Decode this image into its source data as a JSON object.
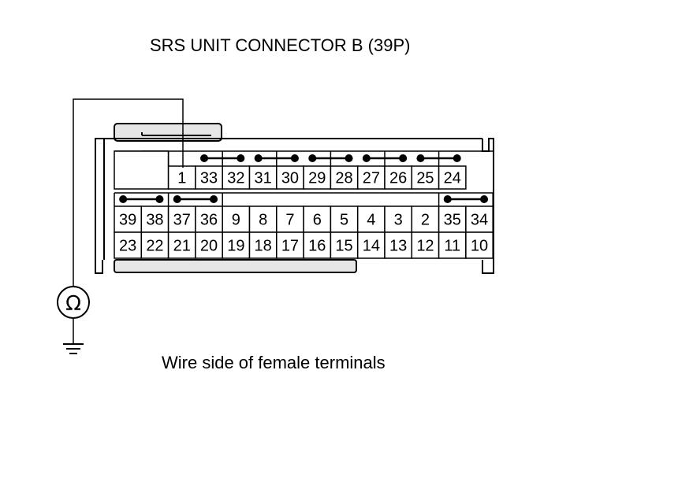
{
  "title": "SRS UNIT CONNECTOR B (39P)",
  "caption": "Wire side of female terminals",
  "meter": {
    "symbol": "Ω",
    "icon": "ohmmeter-icon",
    "ground_icon": "ground-icon"
  },
  "connector": {
    "top_row": [
      "",
      "1",
      "33",
      "32",
      "31",
      "30",
      "29",
      "28",
      "27",
      "26",
      "25",
      "24"
    ],
    "middle_row": [
      "39",
      "38",
      "37",
      "36",
      "9",
      "8",
      "7",
      "6",
      "5",
      "4",
      "3",
      "2",
      "35",
      "34"
    ],
    "bottom_row": [
      "23",
      "22",
      "21",
      "20",
      "19",
      "18",
      "17",
      "16",
      "15",
      "14",
      "13",
      "12",
      "11",
      "10"
    ],
    "shorting_bars": [
      [
        "33",
        "32"
      ],
      [
        "31",
        "30"
      ],
      [
        "29",
        "28"
      ],
      [
        "27",
        "26"
      ],
      [
        "25",
        "24"
      ],
      [
        "39",
        "38"
      ],
      [
        "37",
        "36"
      ],
      [
        "35",
        "34"
      ]
    ],
    "probe_terminal": "1"
  }
}
